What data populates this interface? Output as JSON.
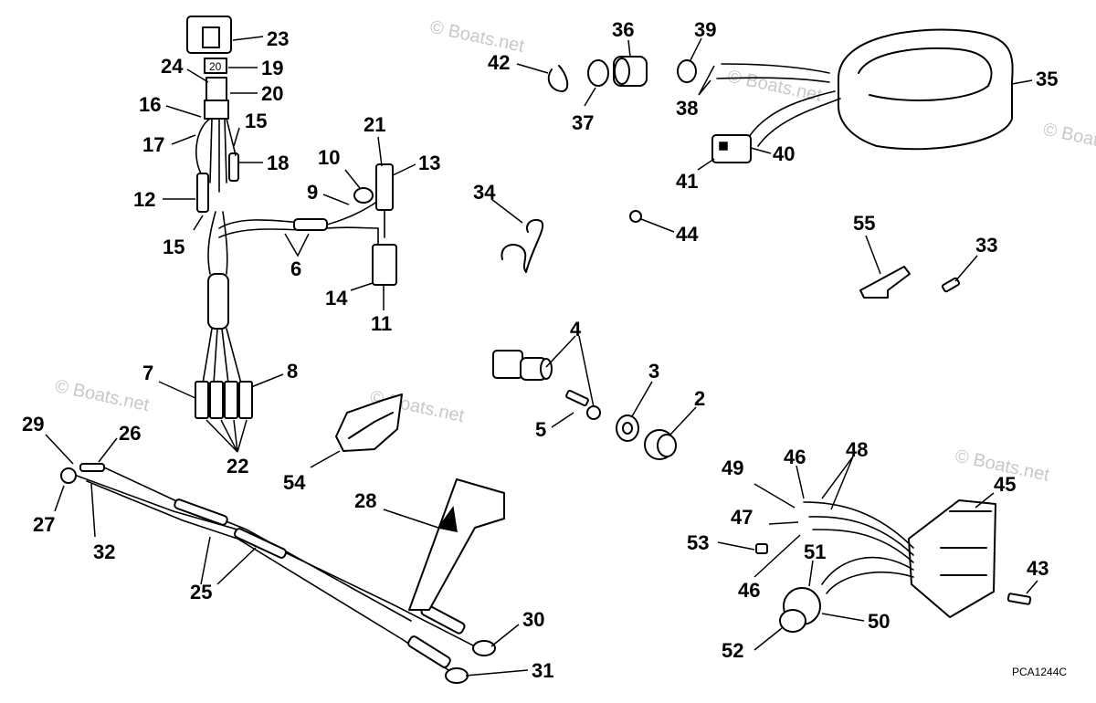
{
  "watermark": "© Boats.net",
  "diagram_code": "PCA1244C",
  "callouts": [
    "23",
    "24",
    "19",
    "20",
    "16",
    "15",
    "17",
    "18",
    "12",
    "15",
    "21",
    "10",
    "13",
    "9",
    "6",
    "14",
    "11",
    "7",
    "8",
    "22",
    "29",
    "26",
    "27",
    "32",
    "25",
    "28",
    "30",
    "31",
    "54",
    "4",
    "5",
    "3",
    "2",
    "34",
    "44",
    "42",
    "36",
    "39",
    "37",
    "38",
    "35",
    "40",
    "41",
    "55",
    "33",
    "49",
    "46",
    "48",
    "45",
    "47",
    "53",
    "51",
    "46",
    "43",
    "50",
    "52"
  ]
}
